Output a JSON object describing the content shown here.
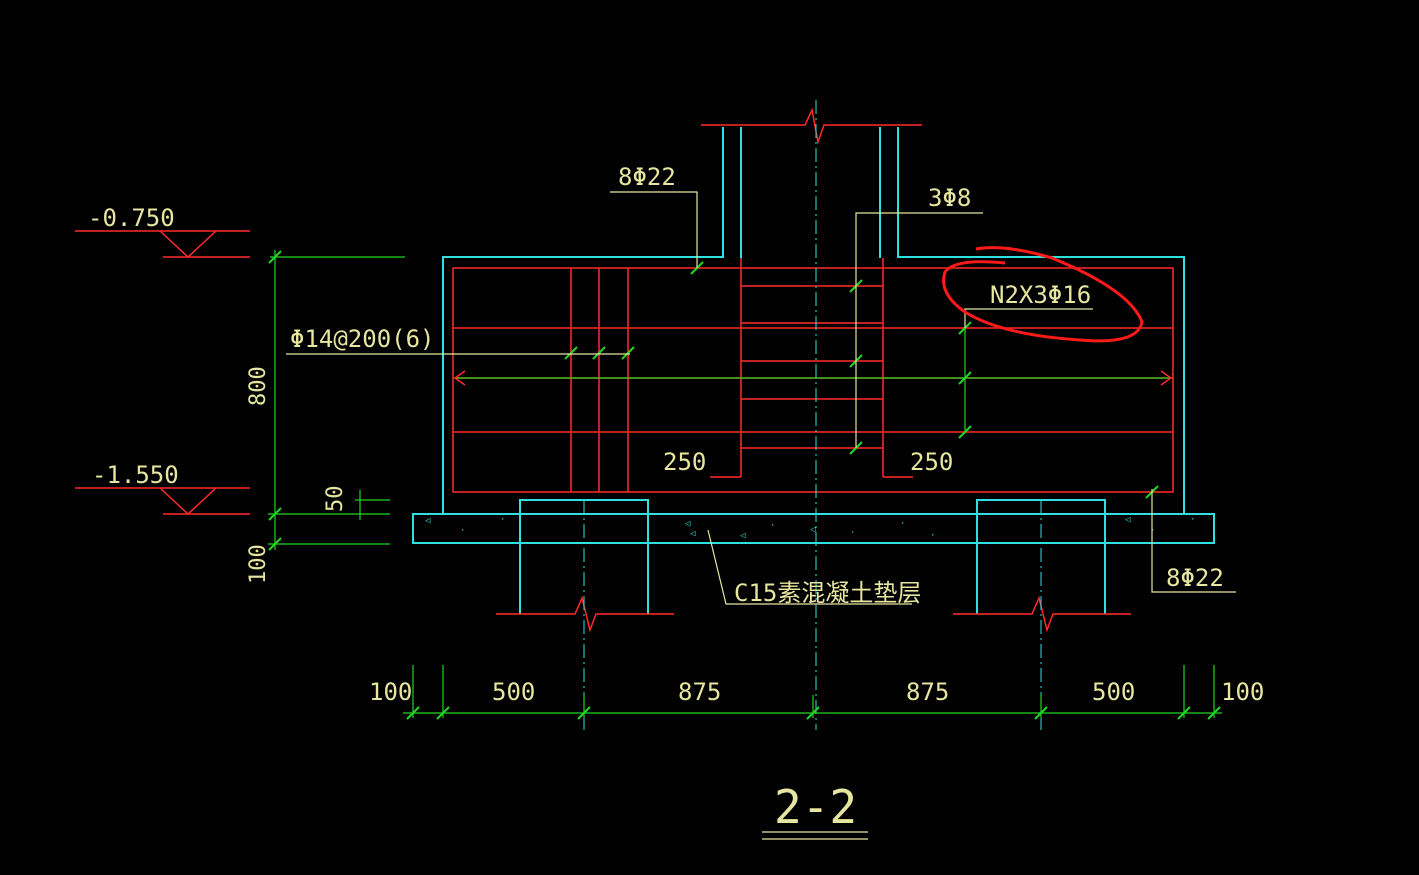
{
  "drawing": {
    "title": "2-2",
    "elevation_top": "-0.750",
    "elevation_bottom": "-1.550",
    "rebar_top": "8Φ22",
    "rebar_bottom": "8Φ22",
    "stirrup_column": "3Φ8",
    "side_bars": "N2X3Φ16",
    "stirrups": "Φ14@200(6)",
    "anchor_left": "250",
    "anchor_right": "250",
    "height_dim": "800",
    "cover_dim": "50",
    "pad_dim": "100",
    "bedding_label": "C15素混凝土垫层"
  },
  "dimensions": [
    "100",
    "500",
    "875",
    "875",
    "500",
    "100"
  ],
  "colors": {
    "background": "#000000",
    "rebar": "#ff2a2a",
    "concrete": "#2ee0e0",
    "dimension": "#22d622",
    "text": "#e6e6a0",
    "markup": "#ff1a1a"
  }
}
